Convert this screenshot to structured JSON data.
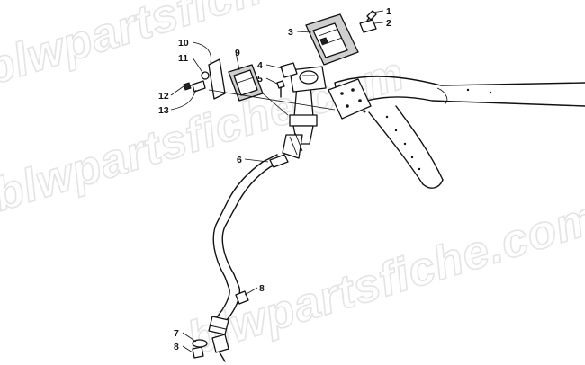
{
  "watermark": {
    "text": "blwpartsfiche.com"
  },
  "callouts": [
    {
      "id": "callout-1",
      "label": "1"
    },
    {
      "id": "callout-2",
      "label": "2"
    },
    {
      "id": "callout-3",
      "label": "3"
    },
    {
      "id": "callout-4",
      "label": "4"
    },
    {
      "id": "callout-5",
      "label": "5"
    },
    {
      "id": "callout-6",
      "label": "6"
    },
    {
      "id": "callout-7",
      "label": "7"
    },
    {
      "id": "callout-8-lower",
      "label": "8"
    },
    {
      "id": "callout-8-mid",
      "label": "8"
    },
    {
      "id": "callout-9",
      "label": "9"
    },
    {
      "id": "callout-10",
      "label": "10"
    },
    {
      "id": "callout-11",
      "label": "11"
    },
    {
      "id": "callout-12",
      "label": "12"
    },
    {
      "id": "callout-13",
      "label": "13"
    }
  ]
}
